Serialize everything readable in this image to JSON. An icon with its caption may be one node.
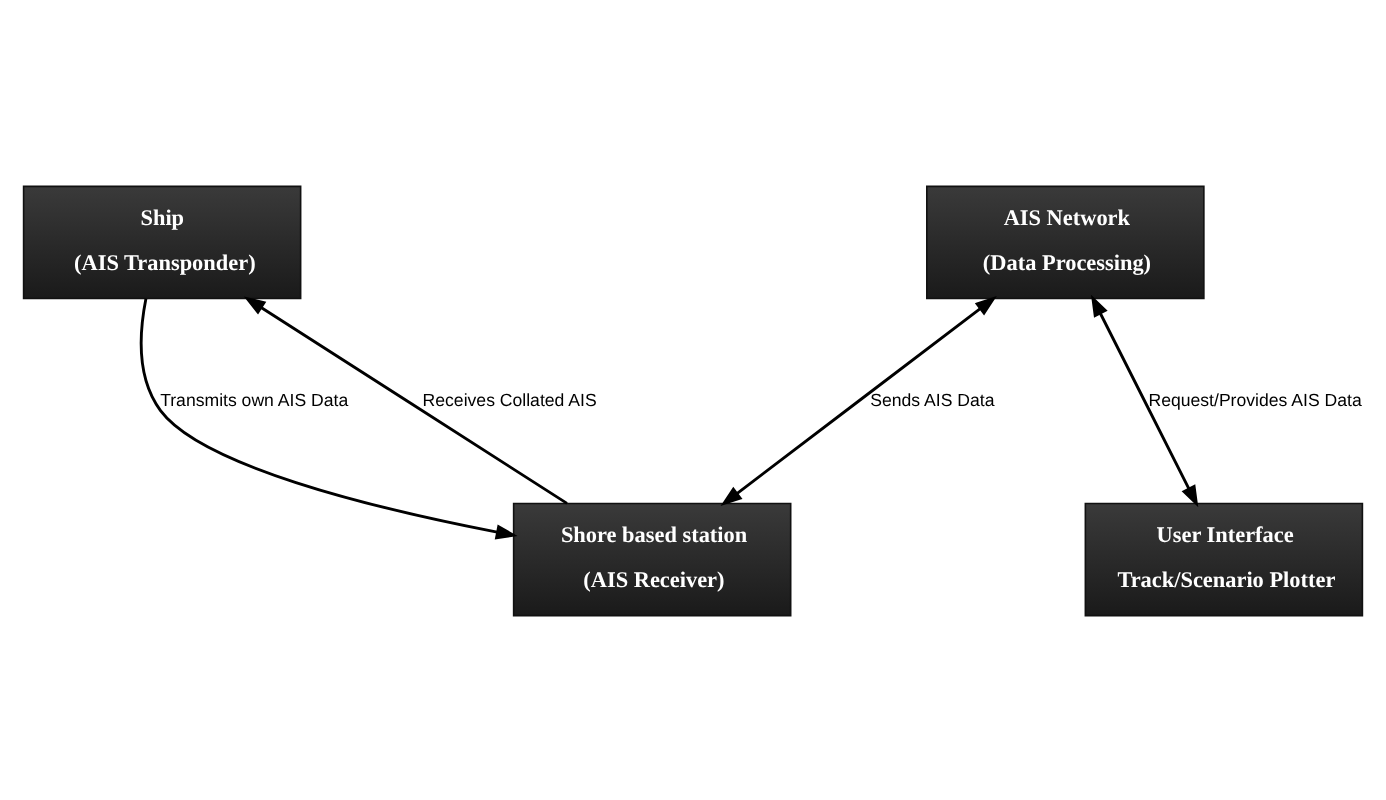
{
  "diagram": {
    "nodes": [
      {
        "text": [
          "Ship",
          "(AIS Transponder)"
        ]
      },
      {
        "text": [
          "AIS Network",
          "(Data Processing)"
        ]
      },
      {
        "text": [
          "Shore based station",
          "(AIS Receiver)"
        ]
      },
      {
        "text": [
          "User Interface",
          "Track/Scenario Plotter"
        ]
      }
    ],
    "edges": [
      {
        "from": 2,
        "to": 0,
        "arrow": "to",
        "label": "Receives Collated AIS"
      },
      {
        "from": 0,
        "to": 2,
        "arrow": "to",
        "label": "Transmits own AIS Data"
      },
      {
        "from": 1,
        "to": 2,
        "arrow": "both",
        "label": "Sends AIS Data"
      },
      {
        "from": 1,
        "to": 3,
        "arrow": "both",
        "label": "Request/Provides AIS Data"
      }
    ]
  }
}
